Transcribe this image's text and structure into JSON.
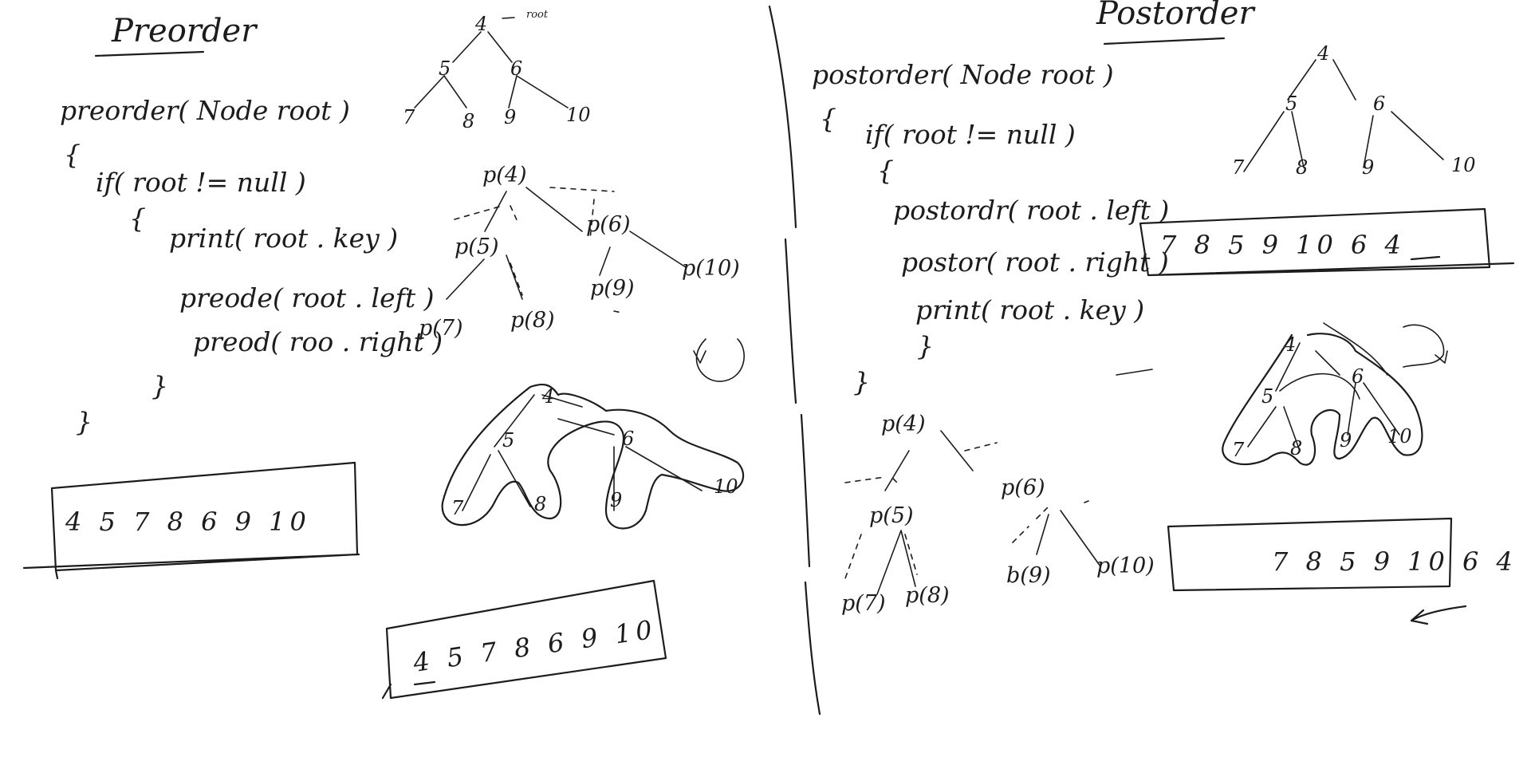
{
  "preorder": {
    "title": "Preorder",
    "code": [
      "preorder( Node root )",
      "{",
      "if( root != null )",
      "{",
      "print( root . key )",
      "preode( root . left )",
      "preod( roo . right )",
      "}",
      "}"
    ],
    "tree": {
      "root": "4",
      "root_note": "root",
      "left": "5",
      "right": "6",
      "leaves": [
        "7",
        "8",
        "9",
        "10"
      ]
    },
    "calls": {
      "p4": "p(4)",
      "p5": "p(5)",
      "p6": "p(6)",
      "p7": "p(7)",
      "p8": "p(8)",
      "p9": "p(9)",
      "p10": "p(10)"
    },
    "walk_nodes": [
      "4",
      "5",
      "6",
      "7",
      "8",
      "9",
      "10"
    ],
    "sequence": "4 5 7 8 6 9 10",
    "sequence_partial": "4 5 7 8 6 9 10"
  },
  "postorder": {
    "title": "Postorder",
    "code": [
      "postorder( Node root )",
      "{",
      "if( root != null )",
      "{",
      "postordr( root . left )",
      "postor( root . right )",
      "print( root . key )",
      "}",
      "}"
    ],
    "tree": {
      "root": "4",
      "left": "5",
      "right": "6",
      "leaves": [
        "7",
        "8",
        "9",
        "10"
      ]
    },
    "sequence": "7 8 5 9 10 6 4",
    "calls": {
      "p4": "p(4)",
      "p5": "p(5)",
      "p6": "p(6)",
      "p7": "p(7)",
      "p8": "p(8)",
      "p9": "b(9)",
      "p10": "p(10)"
    },
    "walk_nodes": [
      "4",
      "5",
      "6",
      "7",
      "8",
      "9",
      "10"
    ],
    "sequence_partial": "7 8 5 9 10 6 4"
  }
}
